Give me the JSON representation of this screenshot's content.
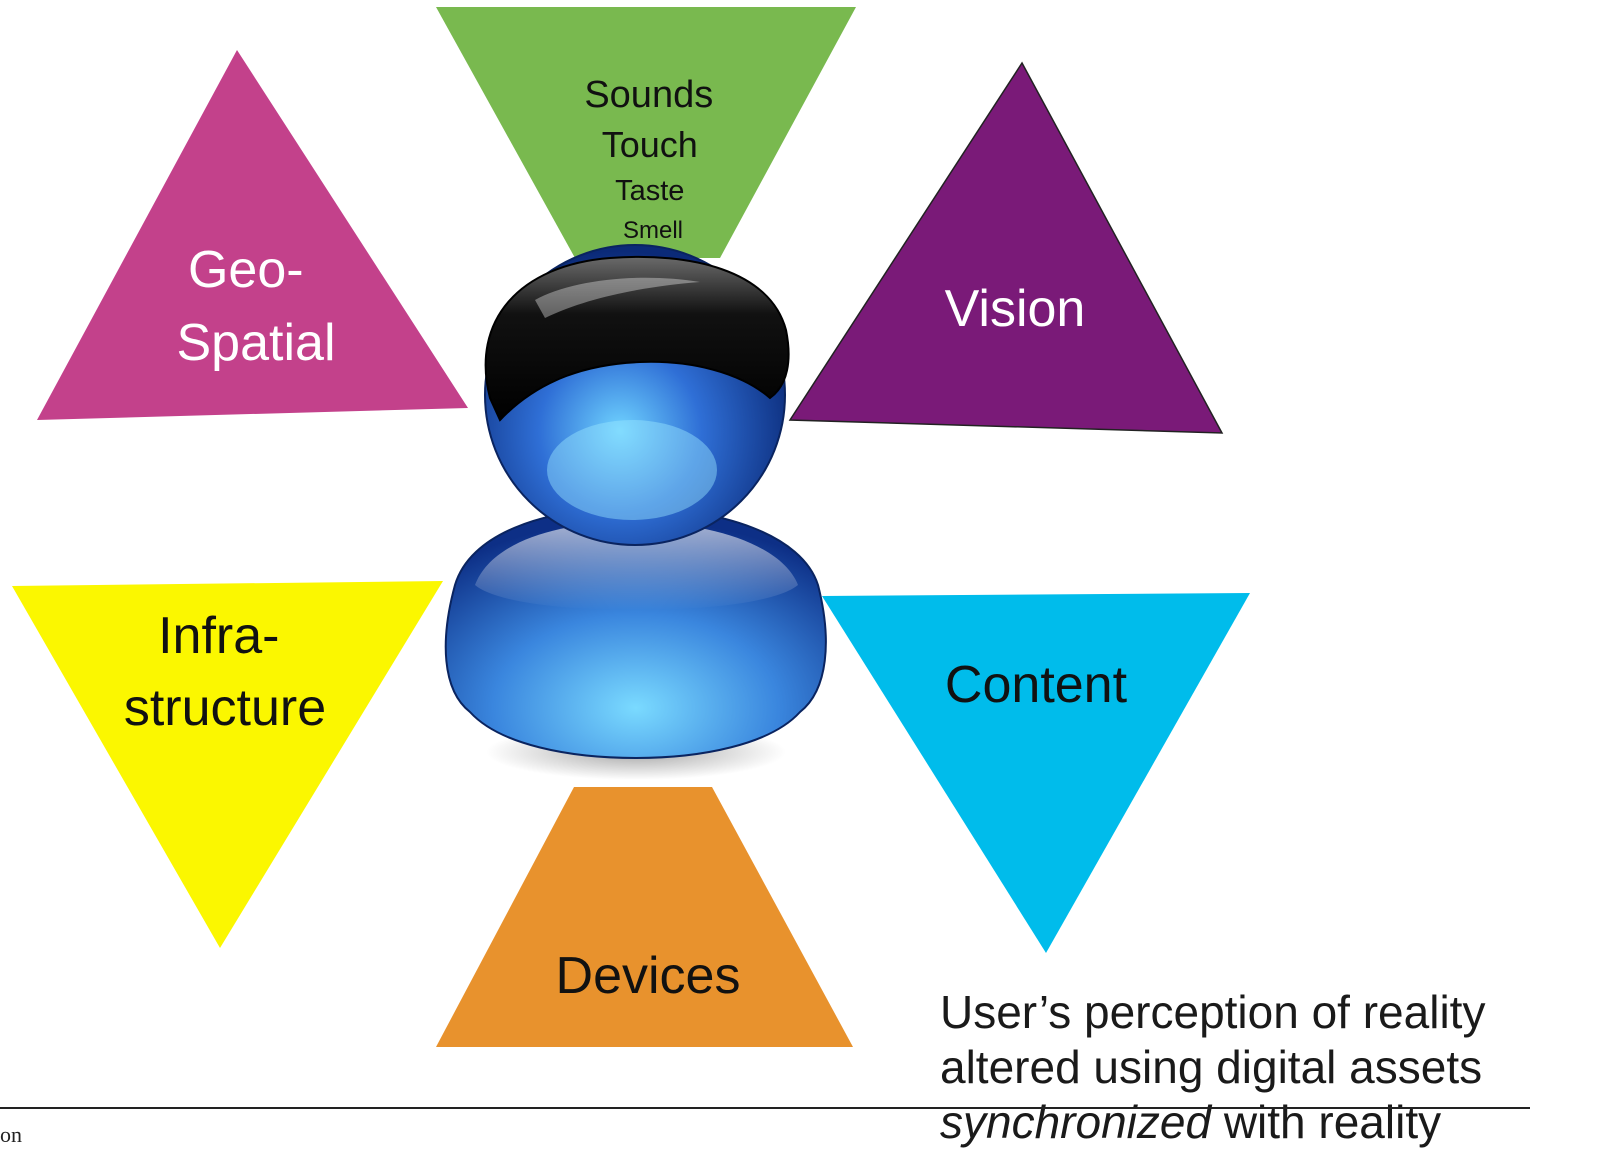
{
  "diagram": {
    "center_figure": "user-icon",
    "segments": {
      "geospatial": {
        "lines": [
          "Geo-",
          "Spatial"
        ],
        "color": "#c3418b"
      },
      "senses": {
        "lines": [
          "Sounds",
          "Touch",
          "Taste",
          "Smell"
        ],
        "color": "#79b94f"
      },
      "vision": {
        "lines": [
          "Vision"
        ],
        "color": "#7a1a78"
      },
      "infrastructure": {
        "lines": [
          "Infra-",
          "structure"
        ],
        "color": "#fbf700"
      },
      "content": {
        "lines": [
          "Content"
        ],
        "color": "#00bceb"
      },
      "devices": {
        "lines": [
          "Devices"
        ],
        "color": "#e8922d"
      }
    }
  },
  "caption": {
    "line1": "User’s perception of reality",
    "line2": "altered using digital assets",
    "line3_italic": "synchronized",
    "line3_rest": " with reality"
  },
  "footer": {
    "text": "on"
  }
}
